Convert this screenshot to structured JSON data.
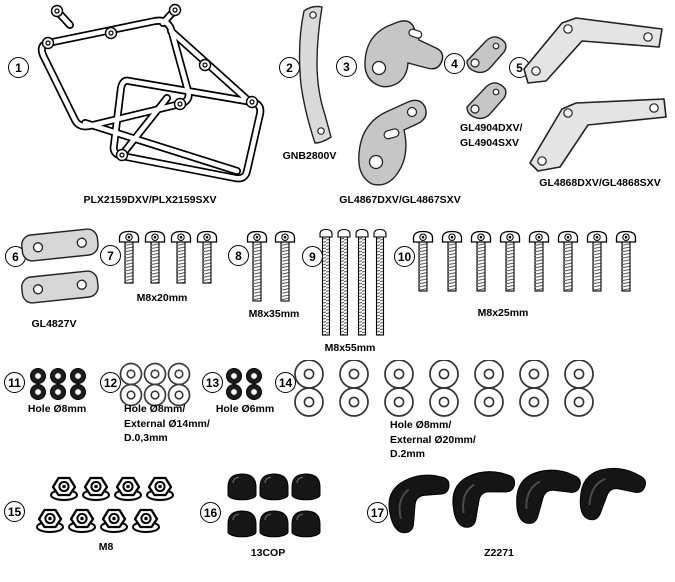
{
  "colors": {
    "metal_gray": "#c8c8c8",
    "light_gray": "#e4e4e4",
    "black_part": "#161616"
  },
  "parts": [
    {
      "num": "1",
      "label": "PLX2159DXV/PLX2159SXV"
    },
    {
      "num": "2",
      "label": "GNB2800V"
    },
    {
      "num": "3",
      "label": "GL4867DXV/GL4867SXV"
    },
    {
      "num": "4",
      "label": "GL4904DXV/\nGL4904SXV"
    },
    {
      "num": "5",
      "label": "GL4868DXV/GL4868SXV"
    },
    {
      "num": "6",
      "label": "GL4827V"
    },
    {
      "num": "7",
      "label": "M8x20mm"
    },
    {
      "num": "8",
      "label": "M8x35mm"
    },
    {
      "num": "9",
      "label": "M8x55mm"
    },
    {
      "num": "10",
      "label": "M8x25mm"
    },
    {
      "num": "11",
      "label": "Hole Ø8mm"
    },
    {
      "num": "12",
      "label": "Hole Ø8mm/\nExternal Ø14mm/\nD.0,3mm"
    },
    {
      "num": "13",
      "label": "Hole Ø6mm"
    },
    {
      "num": "14",
      "label": "Hole Ø8mm/\nExternal Ø20mm/\nD.2mm"
    },
    {
      "num": "15",
      "label": "M8"
    },
    {
      "num": "16",
      "label": "13COP"
    },
    {
      "num": "17",
      "label": "Z2271"
    }
  ]
}
